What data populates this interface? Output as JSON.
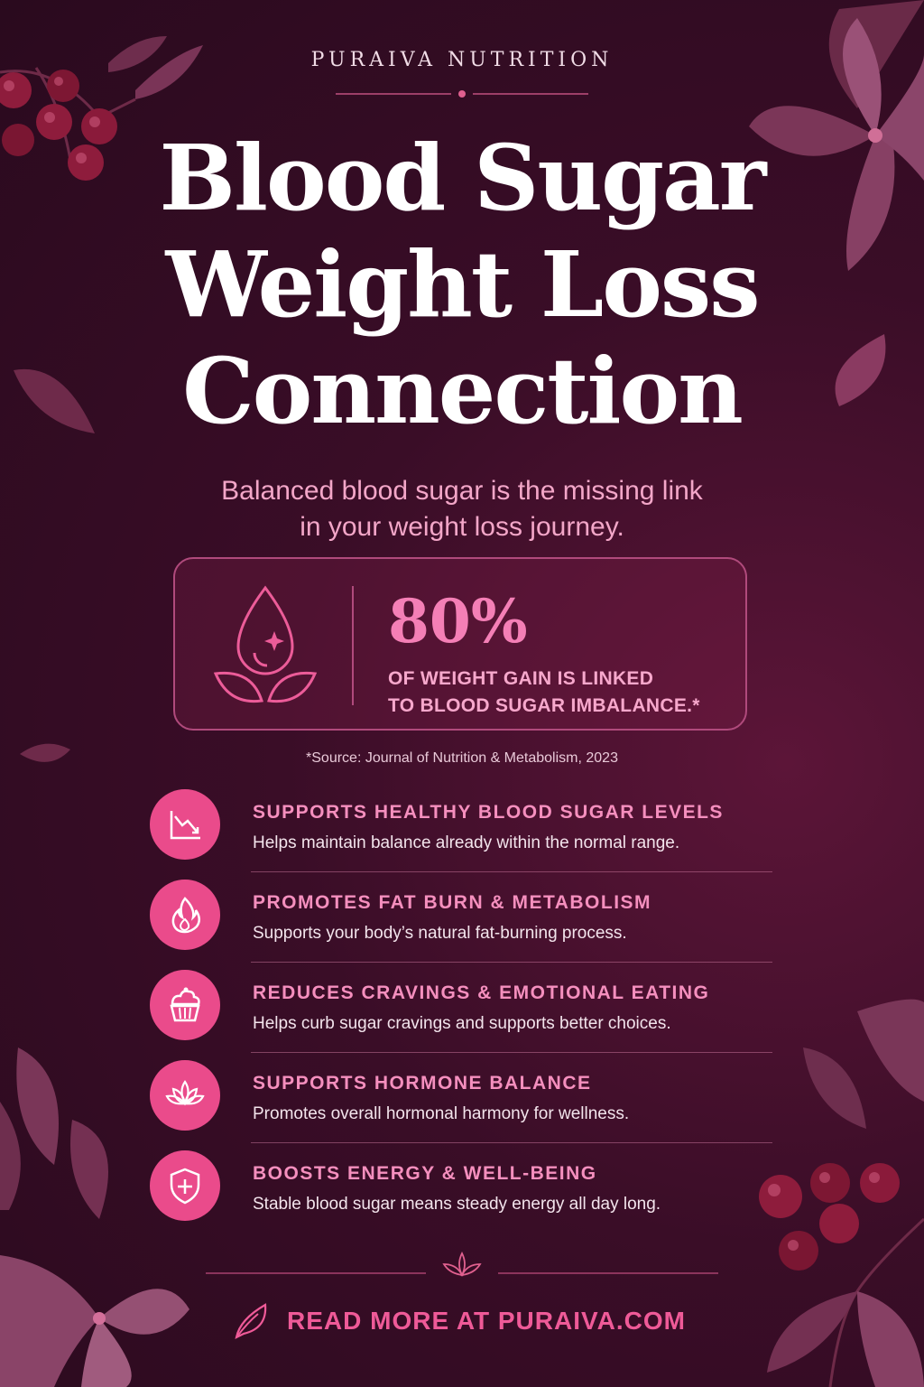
{
  "brand": "PURAIVA NUTRITION",
  "title": {
    "line1": "Blood Sugar",
    "line2": "Weight Loss",
    "line3": "Connection"
  },
  "subtitle": {
    "line1": "Balanced blood sugar is the missing link",
    "line2": "in your weight loss journey."
  },
  "stat": {
    "value": "80%",
    "line1": "OF WEIGHT GAIN IS LINKED",
    "line2": "TO BLOOD SUGAR IMBALANCE.*",
    "icon": "drop-leaves-icon"
  },
  "source": "*Source: Journal of Nutrition & Metabolism, 2023",
  "benefits": [
    {
      "title": "SUPPORTS HEALTHY BLOOD SUGAR LEVELS",
      "text": "Helps maintain balance already within the normal range.",
      "icon": "trend-down-icon"
    },
    {
      "title": "PROMOTES FAT BURN & METABOLISM",
      "text": "Supports your body’s natural fat-burning process.",
      "icon": "flame-icon"
    },
    {
      "title": "REDUCES CRAVINGS & EMOTIONAL EATING",
      "text": "Helps curb sugar cravings and supports better choices.",
      "icon": "cupcake-icon"
    },
    {
      "title": "SUPPORTS HORMONE BALANCE",
      "text": "Promotes overall hormonal harmony for wellness.",
      "icon": "lotus-icon"
    },
    {
      "title": "BOOSTS ENERGY & WELL-BEING",
      "text": "Stable blood sugar means steady energy all day long.",
      "icon": "shield-plus-icon"
    }
  ],
  "cta": {
    "text": "READ MORE AT PURAIVA.COM",
    "icon": "leaf-icon"
  },
  "colors": {
    "background": "#3a0d27",
    "accent": "#ea4b8b",
    "accent_text": "#f58fbe",
    "card_border": "#b04a7c"
  }
}
